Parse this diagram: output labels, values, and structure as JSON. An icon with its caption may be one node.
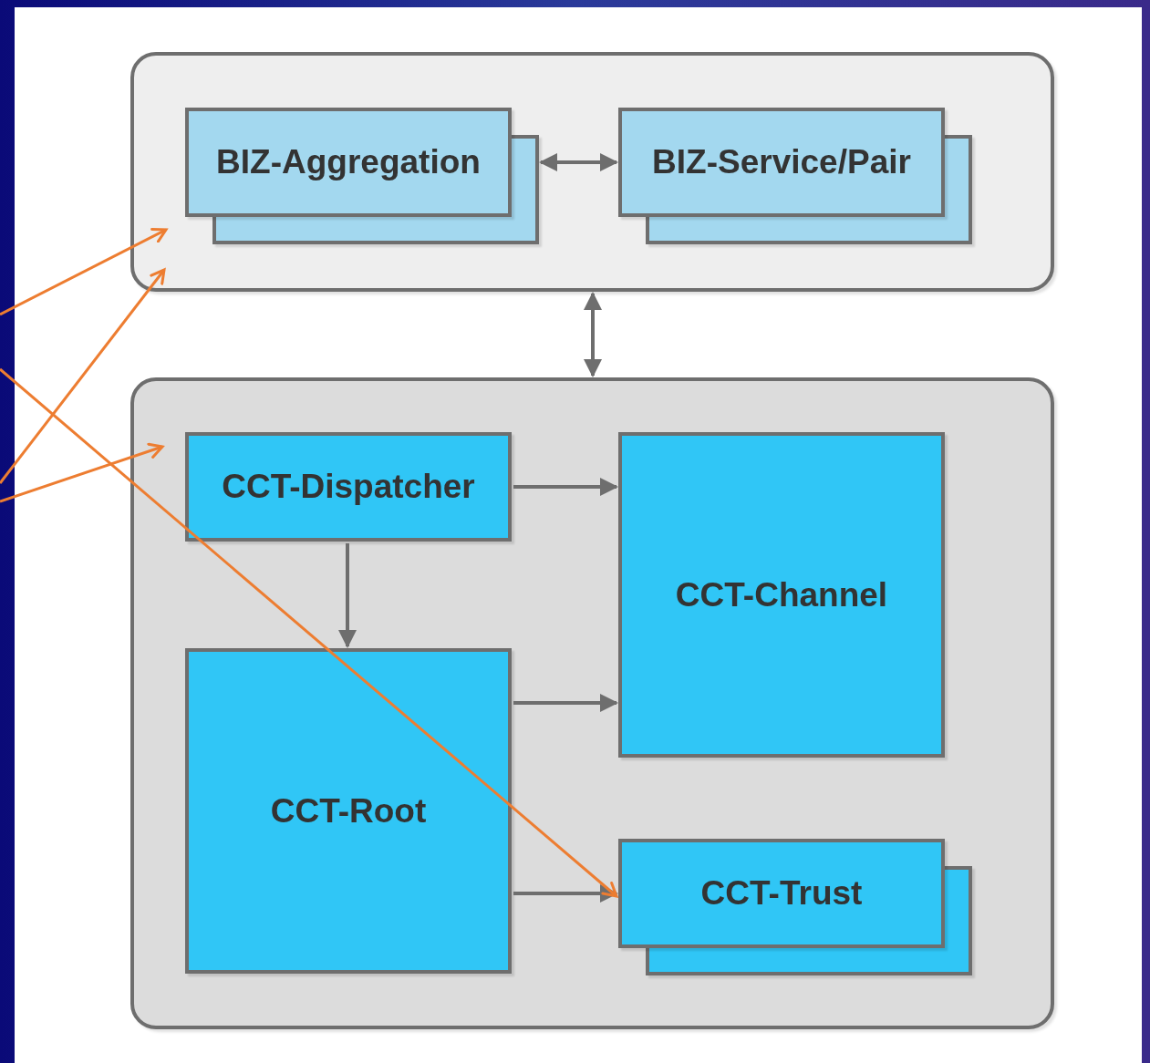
{
  "diagram": {
    "nodes": [
      {
        "text": [],
        "shape": "box"
      },
      {
        "text": [
          "BIZ-Aggregation"
        ],
        "in": 0
      },
      {
        "text": [
          "BIZ-Service/Pair"
        ],
        "in": 0
      },
      {
        "text": [],
        "shape": "box"
      },
      {
        "text": [
          "CCT-Dispatcher"
        ],
        "in": 3
      },
      {
        "text": [
          "CCT-Channel"
        ],
        "in": 3
      },
      {
        "text": [
          "CCT-Root"
        ],
        "in": 3
      },
      {
        "text": [
          "CCT-Trust"
        ],
        "in": 3
      }
    ],
    "edges": [
      {
        "from": 1,
        "to": 2,
        "arrow": "both"
      },
      {
        "from": 0,
        "to": 3,
        "arrow": "both"
      },
      {
        "from": 4,
        "to": 5,
        "arrow": "to"
      },
      {
        "from": 4,
        "to": 6,
        "arrow": "to"
      },
      {
        "from": 6,
        "to": 5,
        "arrow": "to"
      },
      {
        "from": 6,
        "to": 7,
        "arrow": "to"
      },
      {
        "from": null,
        "to": 0,
        "arrow": "to",
        "color": "#ed7d31"
      },
      {
        "from": null,
        "to": 0,
        "arrow": "to",
        "color": "#ed7d31"
      },
      {
        "from": null,
        "to": 3,
        "arrow": "to",
        "color": "#ed7d31"
      },
      {
        "from": null,
        "to": 7,
        "arrow": "to",
        "color": "#ed7d31"
      }
    ]
  }
}
